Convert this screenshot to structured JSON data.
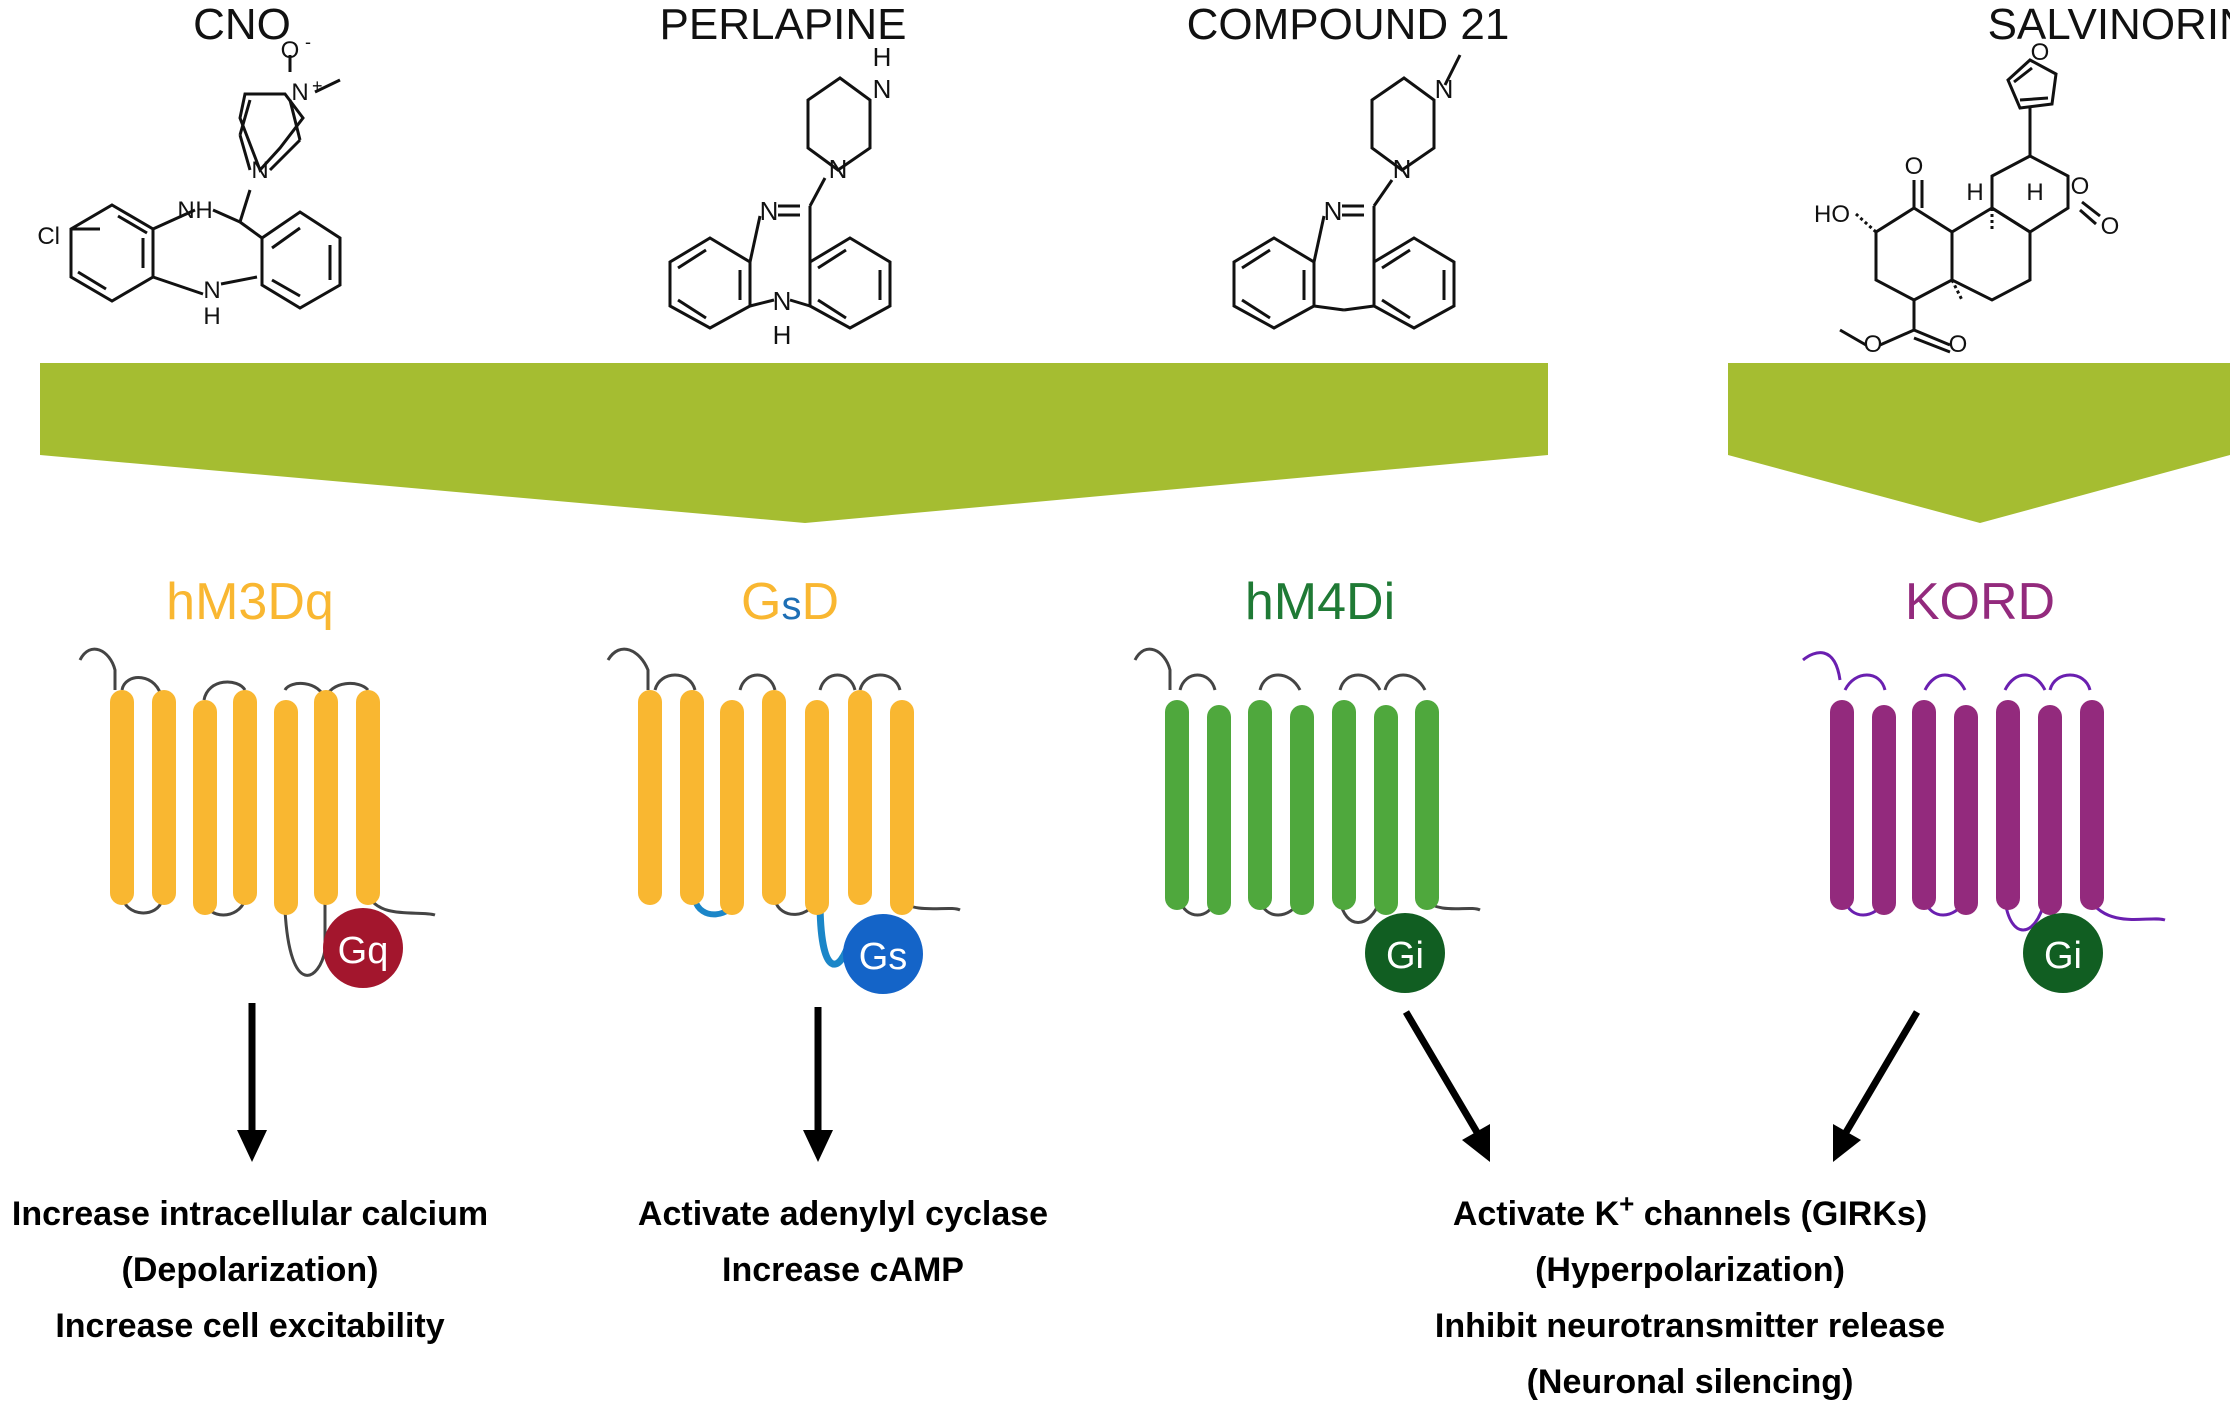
{
  "ligands": [
    {
      "name": "CNO"
    },
    {
      "name": "PERLAPINE"
    },
    {
      "name": "COMPOUND 21"
    },
    {
      "name": "SALVINORIN B"
    }
  ],
  "atoms": {
    "cl": "Cl",
    "h": "H",
    "n": "N",
    "o": "O",
    "o_minus": "O",
    "minus": "-",
    "plus": "+",
    "ho": "HO"
  },
  "receptors": [
    {
      "name_parts": [
        "hM3Dq"
      ],
      "color": "#f9b731",
      "gprotein": "Gq",
      "gprotein_color": "#a3162d"
    },
    {
      "name_parts": [
        "G",
        "s",
        "D"
      ],
      "part_colors": [
        "#f9b731",
        "#1e6fb5",
        "#f9b731"
      ],
      "gprotein": "Gs",
      "gprotein_color": "#1464c8"
    },
    {
      "name_parts": [
        "hM4Di"
      ],
      "color": "#1f7a35",
      "gprotein": "Gi",
      "gprotein_color": "#115e22"
    },
    {
      "name_parts": [
        "KORD"
      ],
      "color": "#932a7d",
      "gprotein": "Gi",
      "gprotein_color": "#115e22"
    }
  ],
  "colors": {
    "arrow_band": "#a5bd31",
    "helix_orange": "#f9b731",
    "helix_green": "#4fa83d",
    "helix_purple": "#932a7d",
    "loop_gray": "#444444",
    "loop_blue": "#1b86c8",
    "loop_purple": "#6a1fb0"
  },
  "effects": {
    "gq": [
      "Increase intracellular calcium",
      "(Depolarization)",
      "Increase cell excitability"
    ],
    "gs": [
      "Activate adenylyl cyclase",
      "Increase cAMP"
    ],
    "gi": {
      "line1_pre": "Activate K",
      "line1_sup": "+",
      "line1_post": " channels (GIRKs)",
      "rest": [
        "(Hyperpolarization)",
        "Inhibit neurotransmitter release",
        "(Neuronal silencing)"
      ]
    }
  }
}
